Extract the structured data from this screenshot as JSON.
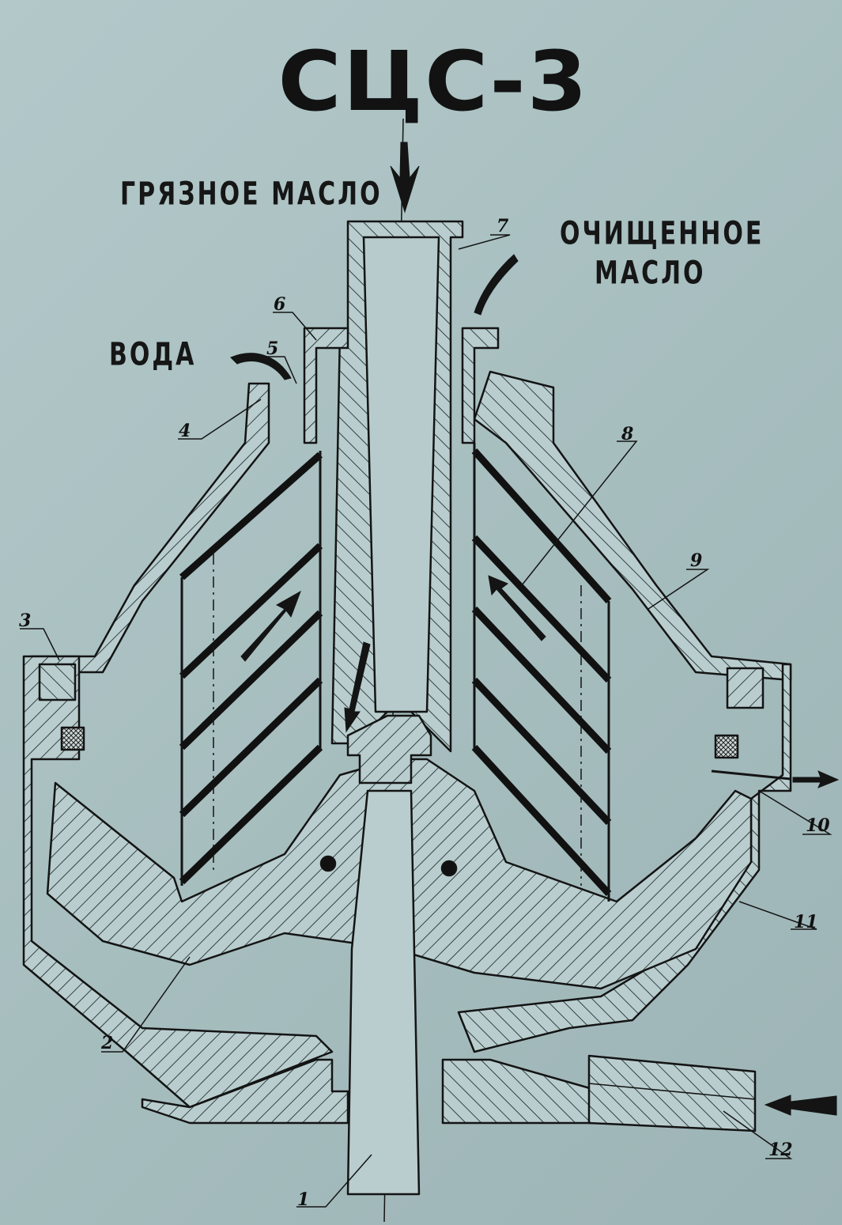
{
  "title": "СЦС-3",
  "labels": {
    "dirty_oil": "ГРЯЗНОЕ МАСЛО",
    "clean_oil_line1": "ОЧИЩЕННОЕ",
    "clean_oil_line2": "МАСЛО",
    "water": "ВОДА"
  },
  "callouts": [
    "1",
    "2",
    "3",
    "4",
    "5",
    "6",
    "7",
    "8",
    "9",
    "10",
    "11",
    "12"
  ],
  "colors": {
    "paper": "#a9c0c1",
    "ink": "#141414",
    "hatch": "#3a4a4c"
  }
}
